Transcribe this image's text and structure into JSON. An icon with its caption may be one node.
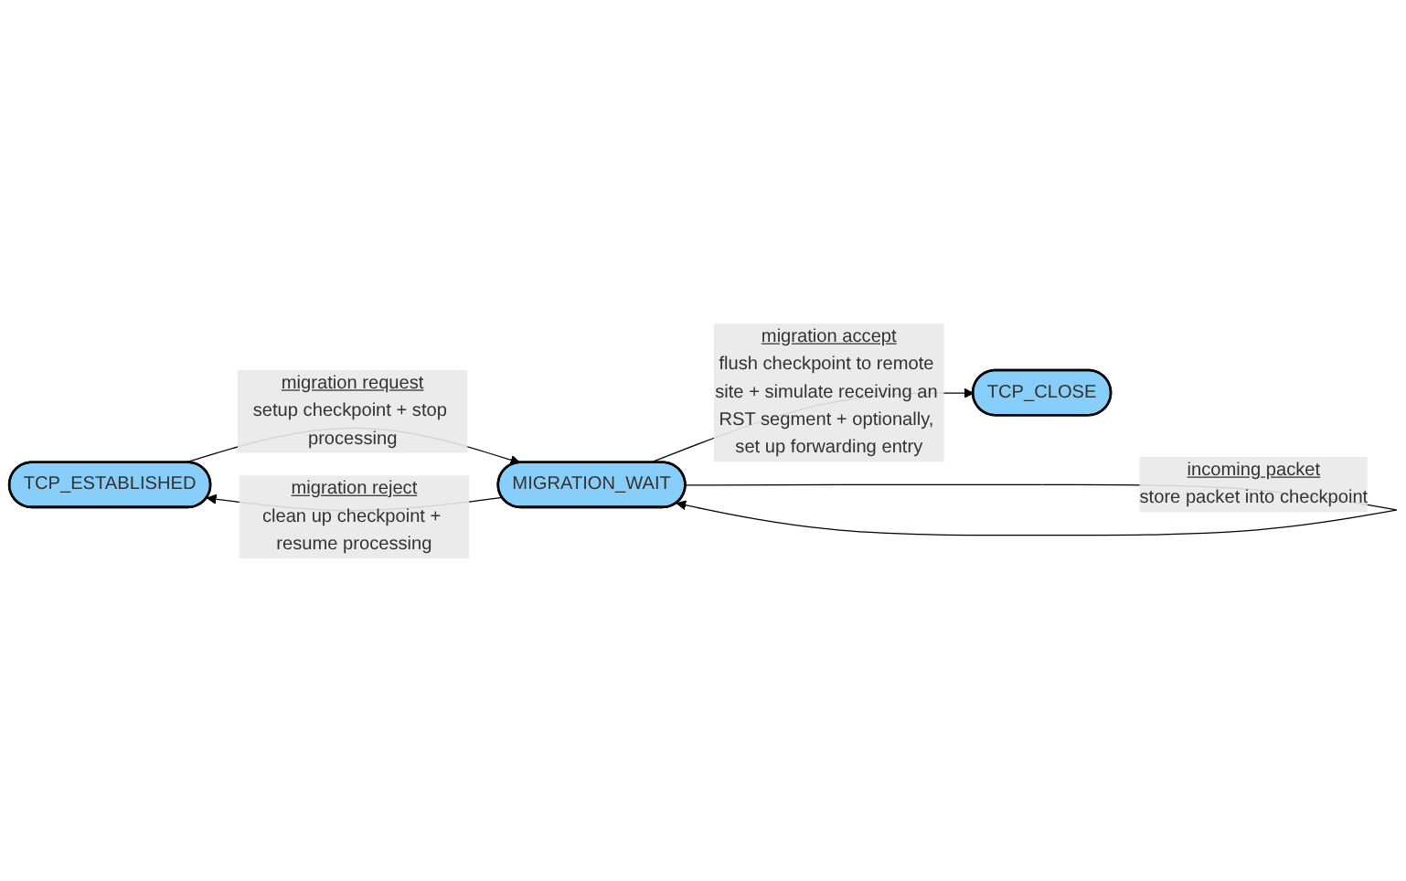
{
  "diagram": {
    "nodes": [
      {
        "text": [
          "TCP_ESTABLISHED"
        ]
      },
      {
        "text": [
          "MIGRATION_WAIT"
        ]
      },
      {
        "text": [
          "TCP_CLOSE"
        ]
      }
    ],
    "edges": [
      {
        "from": 0,
        "to": 1,
        "arrow": "to",
        "label": [
          "migration request",
          "setup checkpoint + stop processing"
        ]
      },
      {
        "from": 1,
        "to": 1,
        "arrow": "to",
        "label": [
          "incoming packet",
          "store packet into checkpoint"
        ]
      },
      {
        "from": 1,
        "to": 0,
        "arrow": "to",
        "label": [
          "migration reject",
          "clean up checkpoint + resume processing"
        ]
      },
      {
        "from": 1,
        "to": 2,
        "arrow": "to",
        "label": [
          "migration accept",
          "flush checkpoint to remote site + simulate receiving an RST segment + optionally, set up forwarding entry"
        ]
      }
    ]
  }
}
